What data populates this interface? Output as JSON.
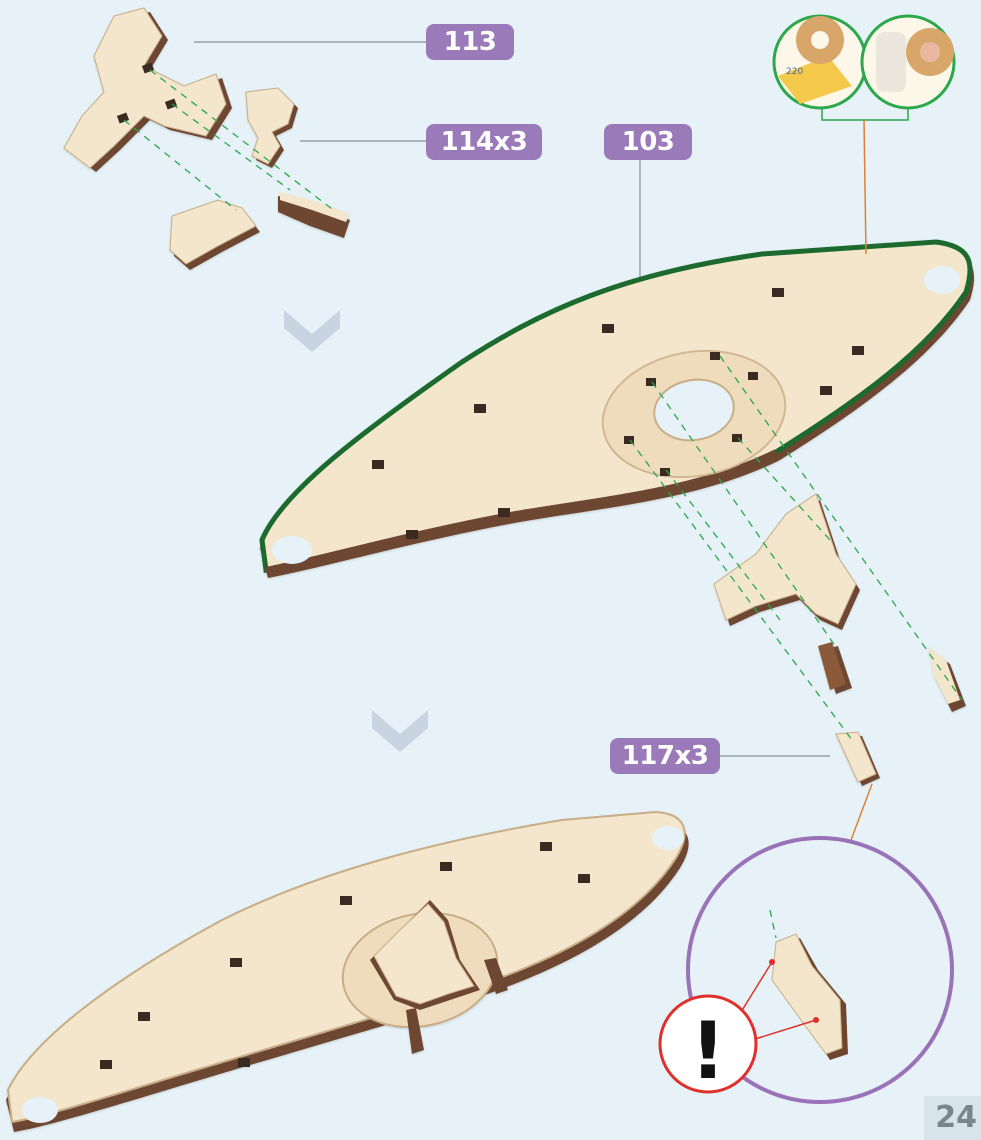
{
  "labels": {
    "part_113": "113",
    "part_114": "114x3",
    "part_103": "103",
    "part_117": "117x3"
  },
  "page_number": "24",
  "hint_circle": {
    "sandpaper_text": "220"
  },
  "warning": {
    "symbol": "!"
  },
  "colors": {
    "background": "#e6f2f8",
    "label_purple": "#9a7ab8",
    "wood_light": "#f3e6cc",
    "wood_dark": "#6e4630",
    "edge_green": "#1f6b2e",
    "hint_green": "#2aa84a",
    "warning_red": "#e0302a",
    "magnifier_purple": "#9a72b8",
    "arrow_grey": "#c8d4e2"
  },
  "icons": [
    "arrow-down-icon",
    "arrow-down-icon",
    "warning-icon",
    "sandpaper-icon"
  ]
}
